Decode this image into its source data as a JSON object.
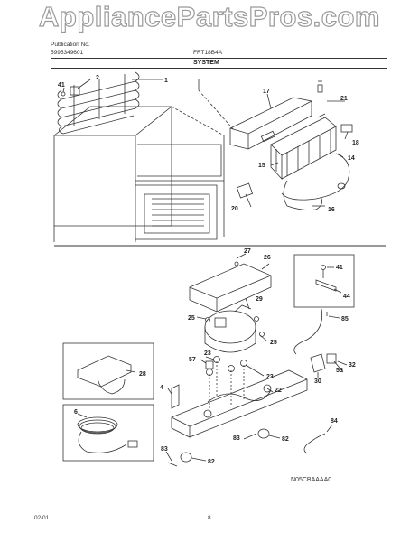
{
  "watermark": "AppliancePartsPros.com",
  "header": {
    "publication_label": "Publication No.",
    "publication_number": "5995349601",
    "model": "FRT18B4A",
    "section": "SYSTEM"
  },
  "callouts": {
    "c1": "1",
    "c2": "2",
    "c41a": "41",
    "c17": "17",
    "c21": "21",
    "c18": "18",
    "c15": "15",
    "c14": "14",
    "c20": "20",
    "c16": "16",
    "c27": "27",
    "c26": "26",
    "c29": "29",
    "c25a": "25",
    "c25b": "25",
    "c41b": "41",
    "c44": "44",
    "c85": "85",
    "c28": "28",
    "c23a": "23",
    "c57": "57",
    "c23b": "23",
    "c4": "4",
    "c22": "22",
    "c30": "30",
    "c55": "55",
    "c32": "32",
    "c6": "6",
    "c83a": "83",
    "c82a": "82",
    "c84": "84",
    "c83b": "83",
    "c82b": "82"
  },
  "diagram_code": "N05CBAAAA0",
  "footer": {
    "date": "02/01",
    "page": "8"
  }
}
